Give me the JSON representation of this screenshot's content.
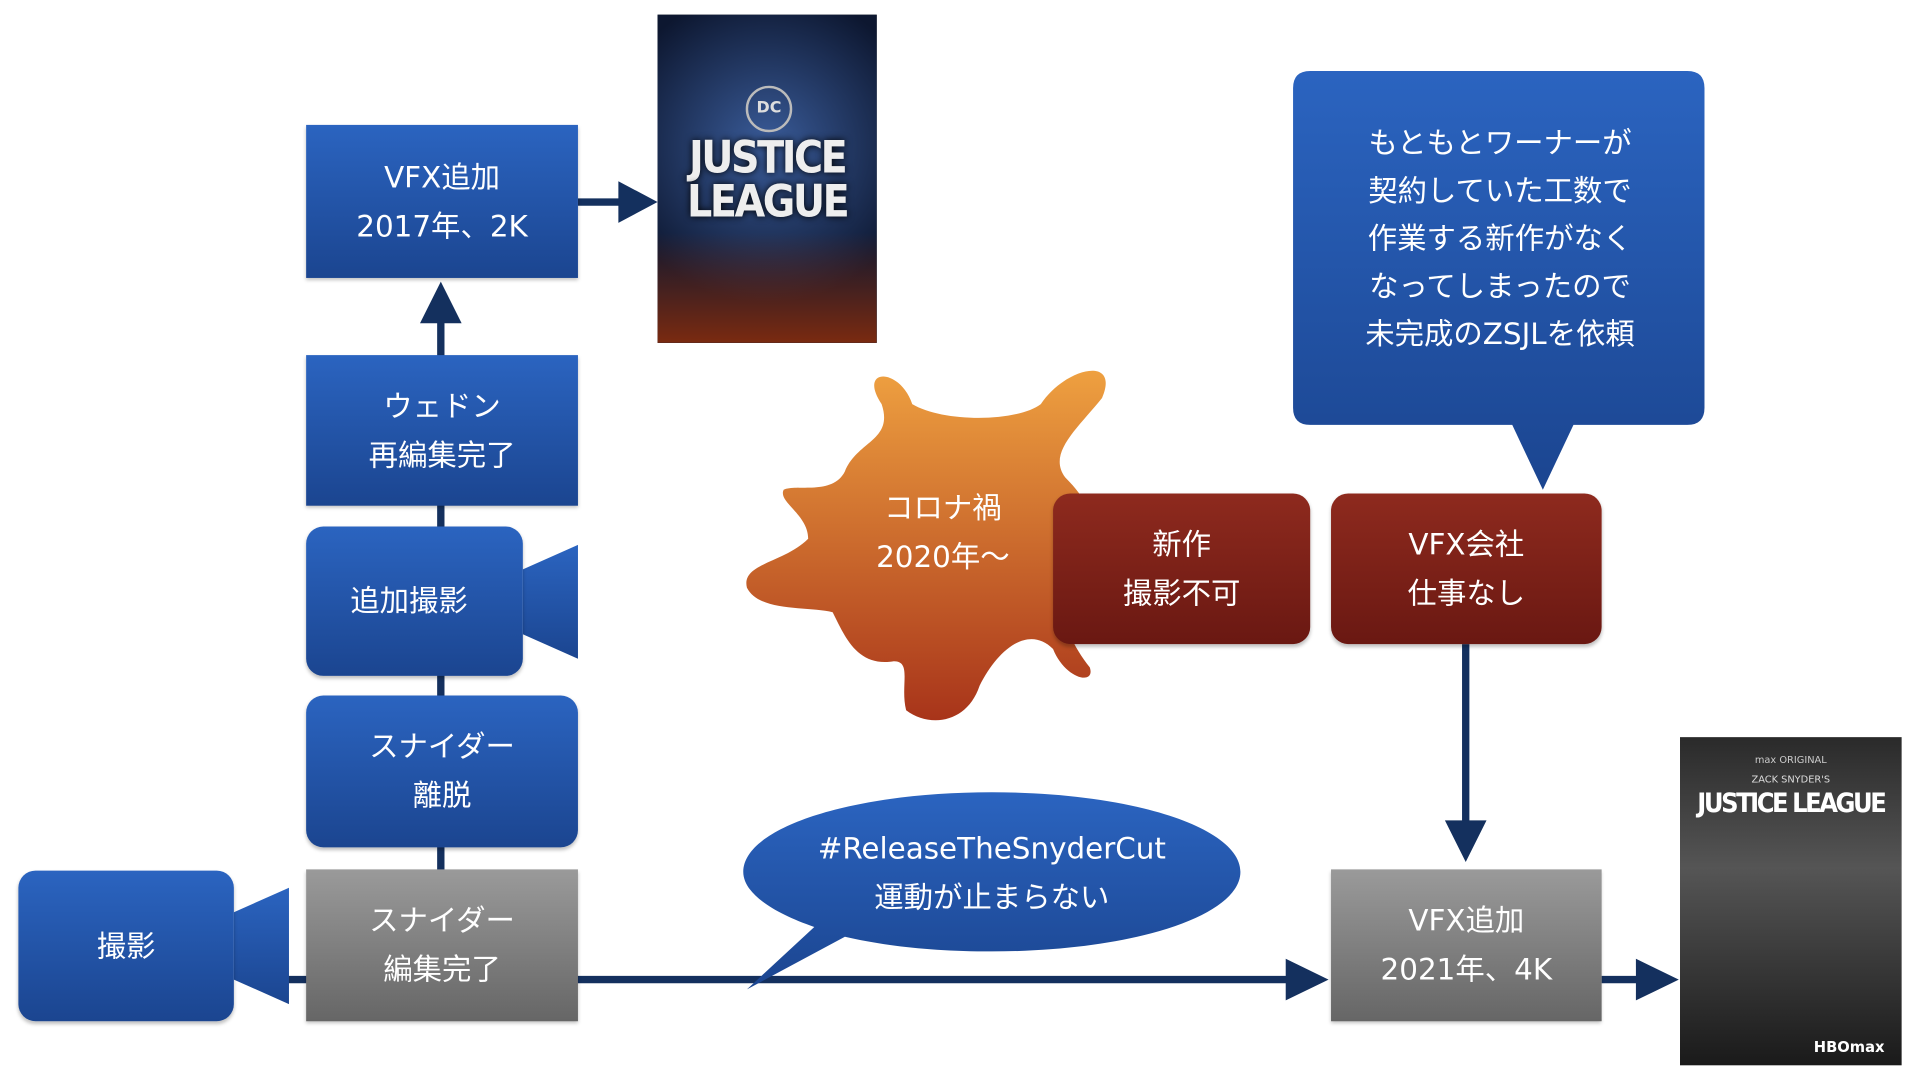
{
  "nodes": {
    "vfx_2017": "VFX追加\n2017年、2K",
    "whedon": "ウェドン\n再編集完了",
    "reshoot": "追加撮影",
    "snyder_leave": "スナイダー\n離脱",
    "shoot": "撮影",
    "snyder_edit": "スナイダー\n編集完了",
    "corona": "コロナ禍\n2020年〜",
    "no_new_shoot": "新作\n撮影不可",
    "vfx_no_work": "VFX会社\n仕事なし",
    "vfx_2021": "VFX追加\n2021年、4K"
  },
  "callouts": {
    "warner": "もともとワーナーが\n契約していた工数で\n作業する新作がなく\nなってしまったので\n未完成のZSJLを依頼",
    "movement": "#ReleaseTheSnyderCut\n運動が止まらない"
  },
  "posters": {
    "justice_league_2017": {
      "logo": "JUSTICE\nLEAGUE",
      "badge": "DC"
    },
    "zack_snyders_justice_league": {
      "top": "max ORIGINAL",
      "sub": "ZACK SNYDER'S",
      "logo": "JUSTICE LEAGUE",
      "footer": "HBOmax"
    }
  },
  "colors": {
    "blue": "#2458b0",
    "gray": "#808080",
    "red": "#7a1f16",
    "orange": "#e07a2a",
    "line": "#14305e"
  }
}
